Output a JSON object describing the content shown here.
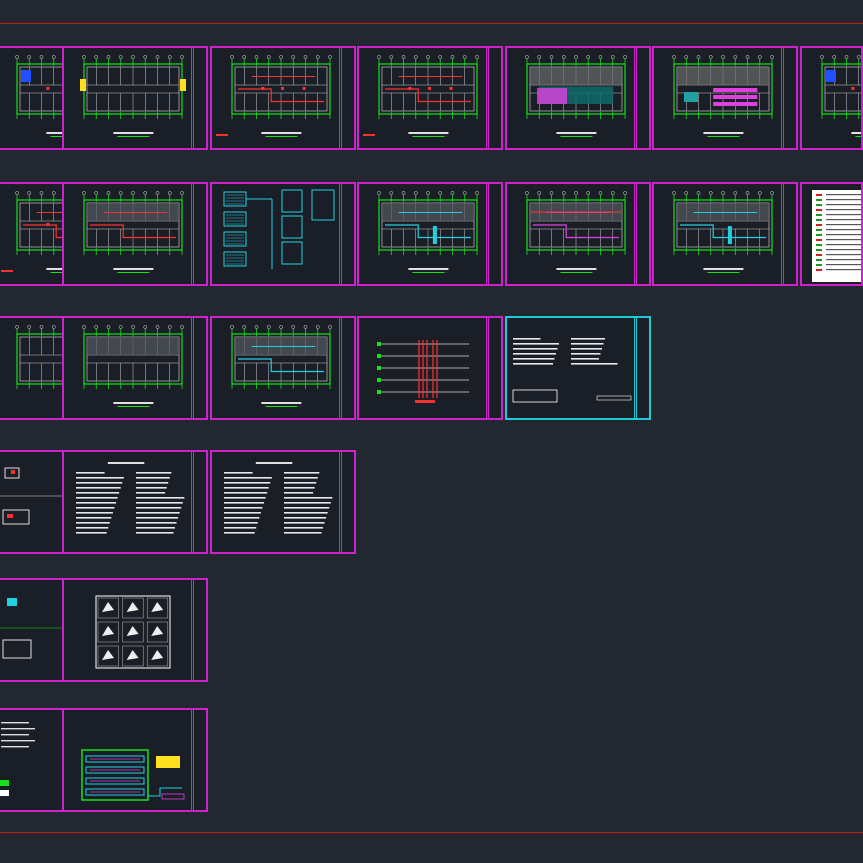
{
  "viewport": {
    "background": "#212830",
    "sheet_border_color": "#d020d0",
    "accent_sheet_border_color": "#20c8d8",
    "limit_line_color": "#c41a1a"
  },
  "rows": [
    {
      "row": 1,
      "sheets": [
        {
          "kind": "plan-colored"
        },
        {
          "kind": "plan-outline"
        },
        {
          "kind": "plan-red"
        },
        {
          "kind": "plan-red"
        },
        {
          "kind": "plan-teal"
        },
        {
          "kind": "plan-magenta"
        },
        {
          "kind": "plan-colored"
        }
      ]
    },
    {
      "row": 2,
      "sheets": [
        {
          "kind": "plan-red"
        },
        {
          "kind": "plan-gray-red"
        },
        {
          "kind": "schematic-cyan"
        },
        {
          "kind": "plan-cyan"
        },
        {
          "kind": "plan-magenta-line"
        },
        {
          "kind": "plan-cyan"
        },
        {
          "kind": "legend-table"
        }
      ]
    },
    {
      "row": 3,
      "sheets": [
        {
          "kind": "plan-yellow"
        },
        {
          "kind": "plan-gray"
        },
        {
          "kind": "plan-gray-cyan"
        },
        {
          "kind": "riser-diagram"
        },
        {
          "kind": "text-notes-cyan"
        }
      ]
    },
    {
      "row": 4,
      "sheets": [
        {
          "kind": "details"
        },
        {
          "kind": "text-notes"
        },
        {
          "kind": "text-notes"
        }
      ]
    },
    {
      "row": 5,
      "sheets": [
        {
          "kind": "details-green"
        },
        {
          "kind": "detail-grid"
        }
      ]
    },
    {
      "row": 6,
      "sheets": [
        {
          "kind": "text-list"
        },
        {
          "kind": "layout-green"
        }
      ]
    }
  ]
}
